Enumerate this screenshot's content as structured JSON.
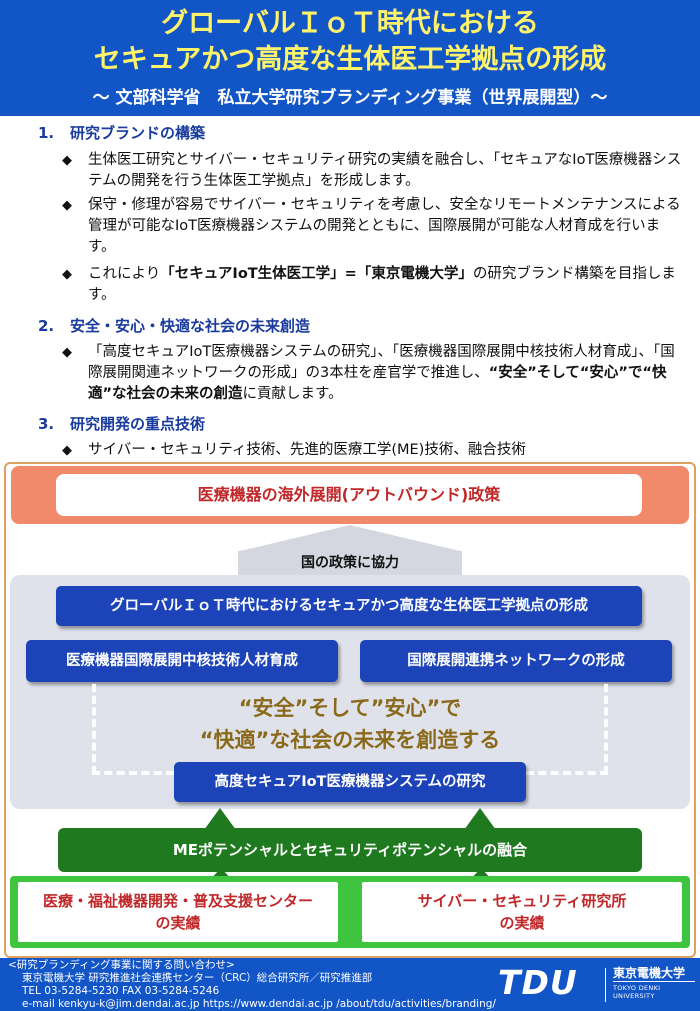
{
  "header": {
    "title_line1": "グローバルＩｏＴ時代における",
    "title_line2": "セキュアかつ高度な生体医工学拠点の形成",
    "subtitle": "〜 文部科学省　私立大学研究ブランディング事業（世界展開型）〜"
  },
  "sections": [
    {
      "num": "1.",
      "title": "研究ブランドの構築",
      "bullets": [
        {
          "text": "生体医工研究とサイバー・セキュリティ研究の実績を融合し、「セキュアなIoT医療機器システムの開発を行う生体医工学拠点」を形成します。"
        },
        {
          "text": "保守・修理が容易でサイバー・セキュリティを考慮し、安全なリモートメンテナンスによる管理が可能なIoT医療機器システムの開発とともに、国際展開が可能な人材育成を行います。"
        },
        {
          "pre": "これにより",
          "bold": "「セキュアIoT生体医工学」=「東京電機大学」",
          "post": "の研究ブランド構築を目指します。"
        }
      ]
    },
    {
      "num": "2.",
      "title": "安全・安心・快適な社会の未来創造",
      "bullets": [
        {
          "pre": "「高度セキュアIoT医療機器システムの研究」、「医療機器国際展開中核技術人材育成」、「国際展開関連ネットワークの形成」の3本柱を産官学で推進し、",
          "bold": "“安全”そして“安心”で“快適”な社会の未来の創造",
          "post": "に貢献します。"
        }
      ]
    },
    {
      "num": "3.",
      "title": "研究開発の重点技術",
      "bullets": [
        {
          "text": "サイバー・セキュリティ技術、先進的医療工学(ME)技術、融合技術"
        }
      ]
    }
  ],
  "diagram": {
    "policy": "医療機器の海外展開(アウトバウンド)政策",
    "cooperation": "国の政策に協力",
    "main": "グローバルＩｏＴ時代におけるセキュアかつ高度な生体医工学拠点の形成",
    "left": "医療機器国際展開中核技術人材育成",
    "right": "国際展開連携ネットワークの形成",
    "center_line1": "“安全”そして”安心”で",
    "center_line2": "“快適”な社会の未来を創造する",
    "research": "高度セキュアIoT医療機器システムの研究",
    "fusion": "MEポテンシャルとセキュリティポテンシャルの融合",
    "center_left_line1": "医療・福祉機器開発・普及支援センター",
    "center_left_line2": "の実績",
    "center_right_line1": "サイバー・セキュリティ研究所",
    "center_right_line2": "の実績"
  },
  "footer": {
    "contact_title": "<研究ブランディング事業に関する問い合わせ>",
    "org": "東京電機大学 研究推進社会連携センター（CRC）総合研究所／研究推進部",
    "tel": "TEL  03-5284-5230  FAX  03-5284-5246",
    "email": "e-mail  kenkyu-k@jim.dendai.ac.jp     https://www.dendai.ac.jp /about/tdu/activities/branding/",
    "logo": "TDU",
    "univ_jp": "東京電機大学",
    "univ_en": "TOKYO DENKI UNIVERSITY"
  },
  "colors": {
    "header_bg": "#1255c7",
    "title_yellow": "#fff36b",
    "section_blue": "#1a3b9e",
    "policy_orange": "#f08a6a",
    "box_blue": "#1c44b8",
    "gold_text": "#8a6a1a",
    "green_dark": "#1f7a1f",
    "green_light": "#3fc43f",
    "red_text": "#c0282a"
  }
}
